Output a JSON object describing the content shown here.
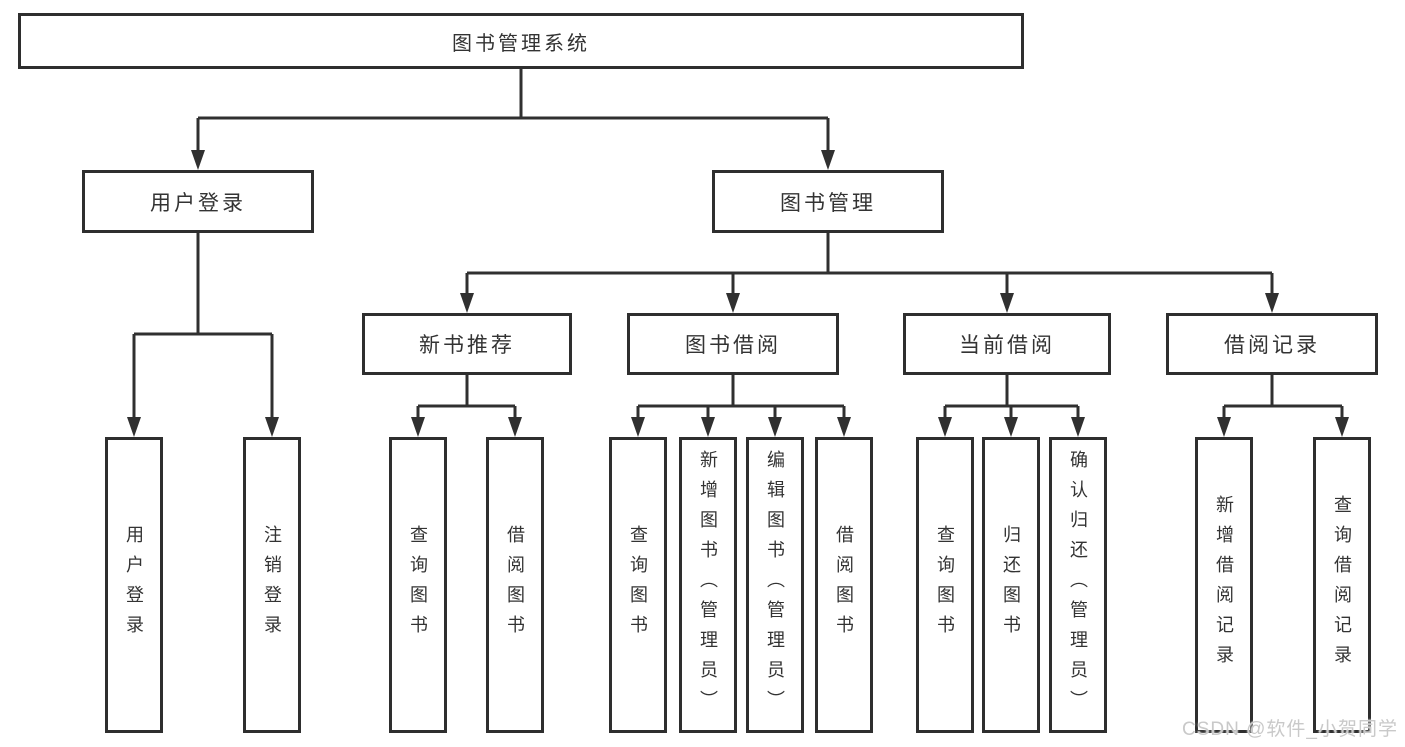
{
  "diagram": {
    "root": {
      "label": "图书管理系统"
    },
    "branches": [
      {
        "label": "用户登录",
        "children": [
          {
            "label": "用户登录"
          },
          {
            "label": "注销登录"
          }
        ]
      },
      {
        "label": "图书管理",
        "sections": [
          {
            "label": "新书推荐",
            "children": [
              {
                "label": "查询图书"
              },
              {
                "label": "借阅图书"
              }
            ]
          },
          {
            "label": "图书借阅",
            "children": [
              {
                "label": "查询图书"
              },
              {
                "label": "新增图书（管理员）"
              },
              {
                "label": "编辑图书（管理员）"
              },
              {
                "label": "借阅图书"
              }
            ]
          },
          {
            "label": "当前借阅",
            "children": [
              {
                "label": "查询图书"
              },
              {
                "label": "归还图书"
              },
              {
                "label": "确认归还（管理员）"
              }
            ]
          },
          {
            "label": "借阅记录",
            "children": [
              {
                "label": "新增借阅记录"
              },
              {
                "label": "查询借阅记录"
              }
            ]
          }
        ]
      }
    ]
  },
  "watermark": {
    "text": "CSDN @软件_小贺同学"
  },
  "colors": {
    "line": "#303030",
    "box_border": "#2e2e2e",
    "text": "#333333",
    "watermark": "#c9c9c9",
    "bg": "#ffffff"
  }
}
